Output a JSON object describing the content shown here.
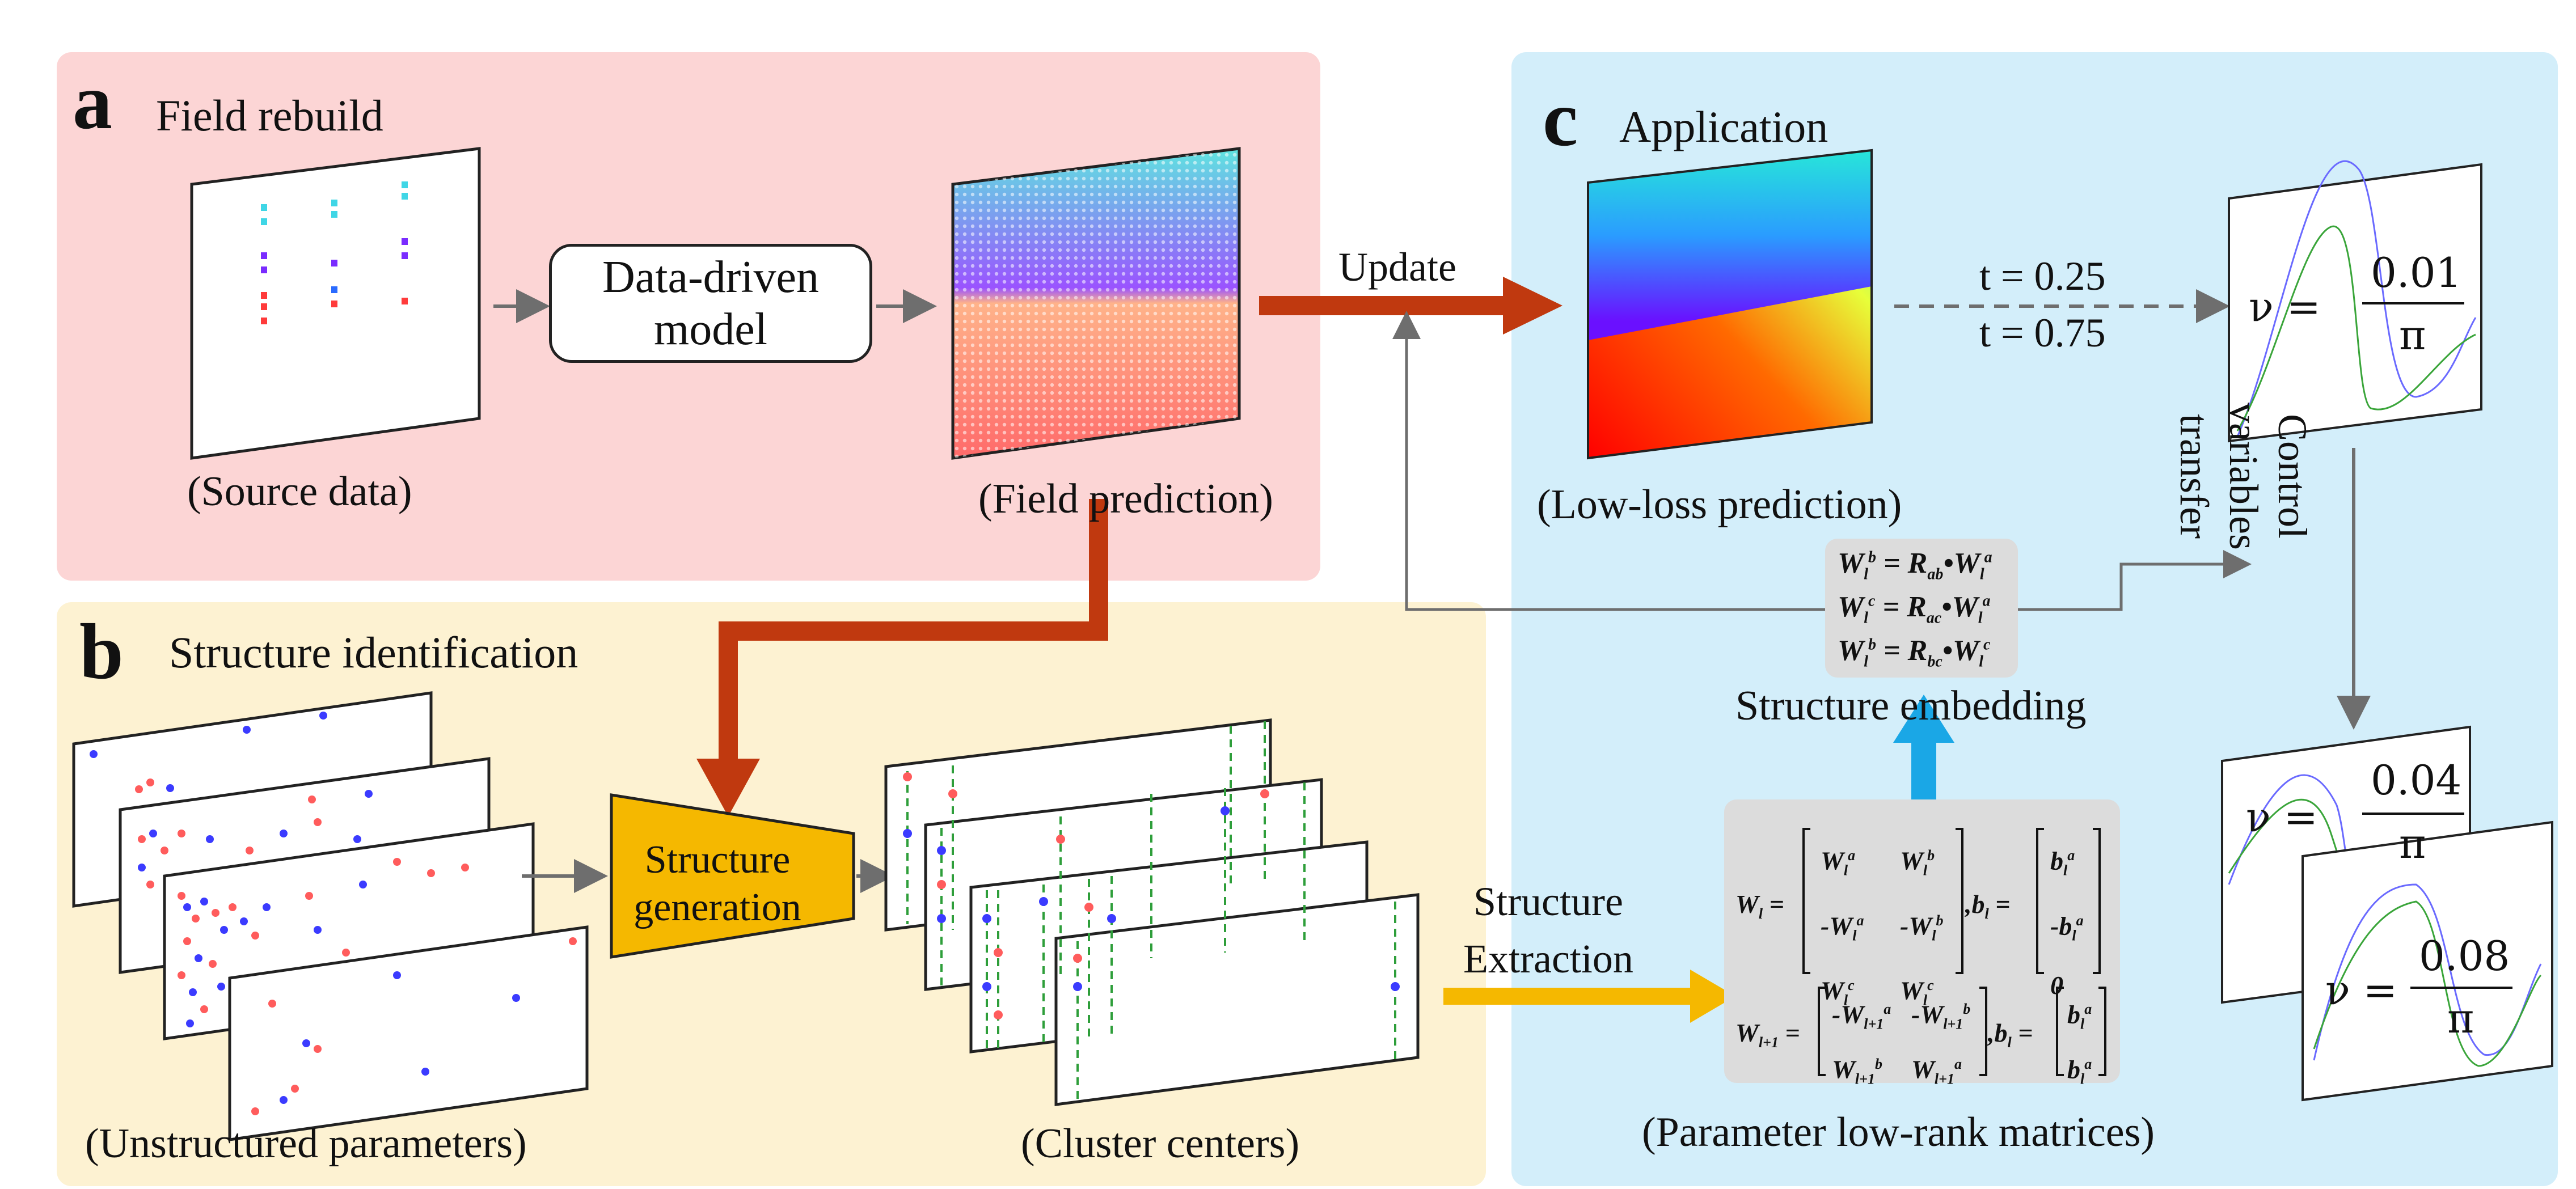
{
  "panel_a": {
    "letter": "a",
    "title": "Field rebuild",
    "source_caption": "(Source data)",
    "model_label": "Data-driven model",
    "field_caption": "(Field prediction)"
  },
  "panel_b": {
    "letter": "b",
    "title": "Structure identification",
    "generation_label": "Structure generation",
    "unstructured_caption": "(Unstructured parameters)",
    "cluster_caption": "(Cluster centers)"
  },
  "panel_c": {
    "letter": "c",
    "title": "Application",
    "lowloss_caption": "(Low-loss prediction)",
    "time_labels": [
      "t = 0.25",
      "t = 0.75"
    ],
    "embedding_caption": "Structure embedding",
    "embedding_equations": [
      "W_l^b = R_ab • W_l^a",
      "W_l^c = R_ac • W_l^a",
      "W_l^b = R_bc • W_l^c"
    ],
    "lowrank_caption": "(Parameter low-rank matrices)",
    "control_label": [
      "Control",
      "variables",
      "transfer"
    ],
    "viscosity": [
      "0.01",
      "0.04",
      "0.08"
    ],
    "nu_symbol": "ν =",
    "pi_symbol": "π"
  },
  "arrows": {
    "update_label": "Update",
    "extraction_label": "Structure Extraction"
  },
  "colors": {
    "panel_a_bg": "#fcd5d5",
    "panel_b_bg": "#fdf2d2",
    "panel_c_bg": "#d3eefa",
    "arrow_red": "#c0390f",
    "arrow_yellow": "#f5b800",
    "arrow_blue": "#1aa7e6",
    "trapezoid": "#f5b800",
    "gray_arrow": "#6e6e6e",
    "eq_box": "#dcdcdc"
  }
}
